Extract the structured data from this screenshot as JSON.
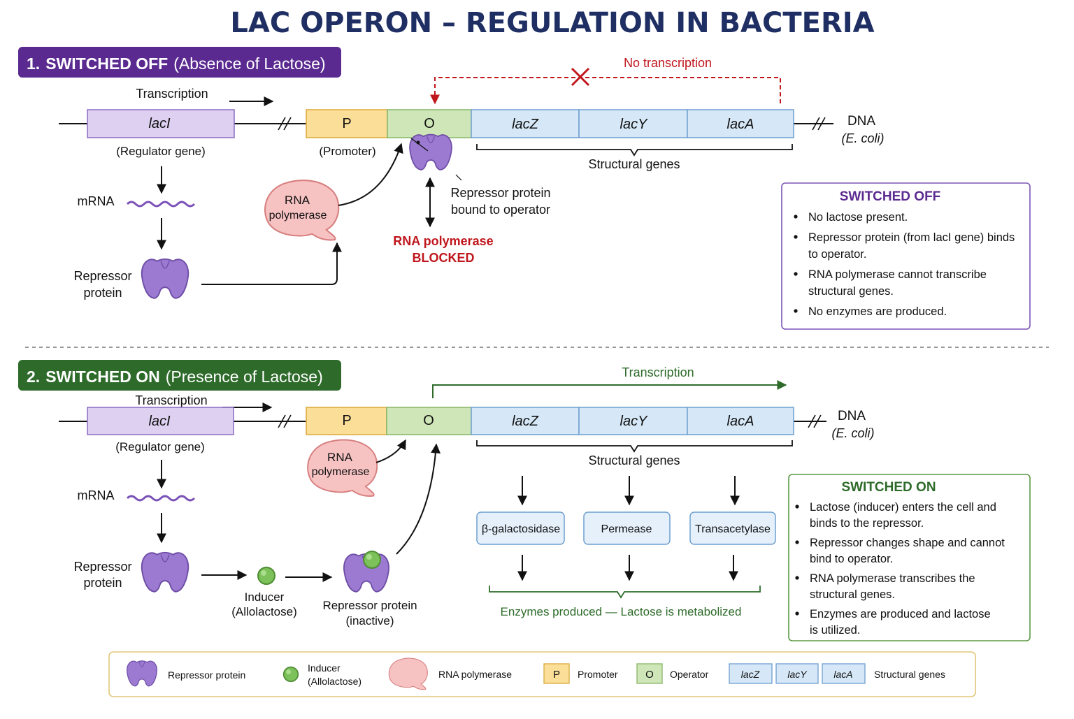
{
  "title": "LAC OPERON – REGULATION IN BACTERIA",
  "colors": {
    "title": "#1f2f63",
    "purple": "#5b2a91",
    "green": "#2e6b2a",
    "red": "#c0171d",
    "laci_fill": "#ddd0f1",
    "promoter_fill": "#fbdf98",
    "operator_fill": "#cfe7b8",
    "gene_fill": "#d6e8f7",
    "repressor": "#9d7ad2",
    "inducer": "#7cc15a",
    "polymerase": "#f7c2c2"
  },
  "section1": {
    "number": "1.",
    "heading_bold": "SWITCHED OFF",
    "heading_paren": "(Absence of Lactose)",
    "transcription_label": "Transcription",
    "laci": "lacI",
    "regulator_label": "(Regulator gene)",
    "promoter": "P",
    "promoter_label": "(Promoter)",
    "operator": "O",
    "genes": [
      "lacZ",
      "lacY",
      "lacA"
    ],
    "structural_label": "Structural genes",
    "dna_label": "DNA",
    "ecoli_label": "(E. coli)",
    "no_transcription": "No transcription",
    "mrna_label": "mRNA",
    "repressor_label_1": "Repressor",
    "repressor_label_2": "protein",
    "polymerase_label_1": "RNA",
    "polymerase_label_2": "polymerase",
    "bound_label_1": "Repressor protein",
    "bound_label_2": "bound to operator",
    "blocked_label_1": "RNA polymerase",
    "blocked_label_2": "BLOCKED",
    "box_title": "SWITCHED OFF",
    "box_items": [
      [
        "No lactose present."
      ],
      [
        "Repressor protein (from lacI gene) binds",
        "to operator."
      ],
      [
        "RNA polymerase cannot transcribe",
        "structural genes."
      ],
      [
        "No enzymes are produced."
      ]
    ]
  },
  "section2": {
    "number": "2.",
    "heading_bold": "SWITCHED ON",
    "heading_paren": "(Presence of Lactose)",
    "transcription_label": "Transcription",
    "laci": "lacI",
    "regulator_label": "(Regulator gene)",
    "promoter": "P",
    "operator": "O",
    "genes": [
      "lacZ",
      "lacY",
      "lacA"
    ],
    "structural_label": "Structural genes",
    "dna_label": "DNA",
    "ecoli_label": "(E. coli)",
    "operon_transcription": "Transcription",
    "mrna_label": "mRNA",
    "repressor_label_1": "Repressor",
    "repressor_label_2": "protein",
    "polymerase_label_1": "RNA",
    "polymerase_label_2": "polymerase",
    "inducer_label_1": "Inducer",
    "inducer_label_2": "(Allolactose)",
    "inactive_label_1": "Repressor protein",
    "inactive_label_2": "(inactive)",
    "enzymes": [
      "β-galactosidase",
      "Permease",
      "Transacetylase"
    ],
    "enzymes_produced": "Enzymes produced — Lactose is metabolized",
    "box_title": "SWITCHED ON",
    "box_items": [
      [
        "Lactose (inducer) enters the cell and",
        "binds to the repressor."
      ],
      [
        "Repressor changes shape and cannot",
        "bind to operator."
      ],
      [
        "RNA polymerase transcribes the",
        "structural genes."
      ],
      [
        "Enzymes are produced and lactose",
        "is utilized."
      ]
    ]
  },
  "legend": {
    "repressor": "Repressor protein",
    "inducer_1": "Inducer",
    "inducer_2": "(Allolactose)",
    "polymerase": "RNA polymerase",
    "promoter_symbol": "P",
    "promoter": "Promoter",
    "operator_symbol": "O",
    "operator": "Operator",
    "genes": [
      "lacZ",
      "lacY",
      "lacA"
    ],
    "structural": "Structural genes"
  }
}
